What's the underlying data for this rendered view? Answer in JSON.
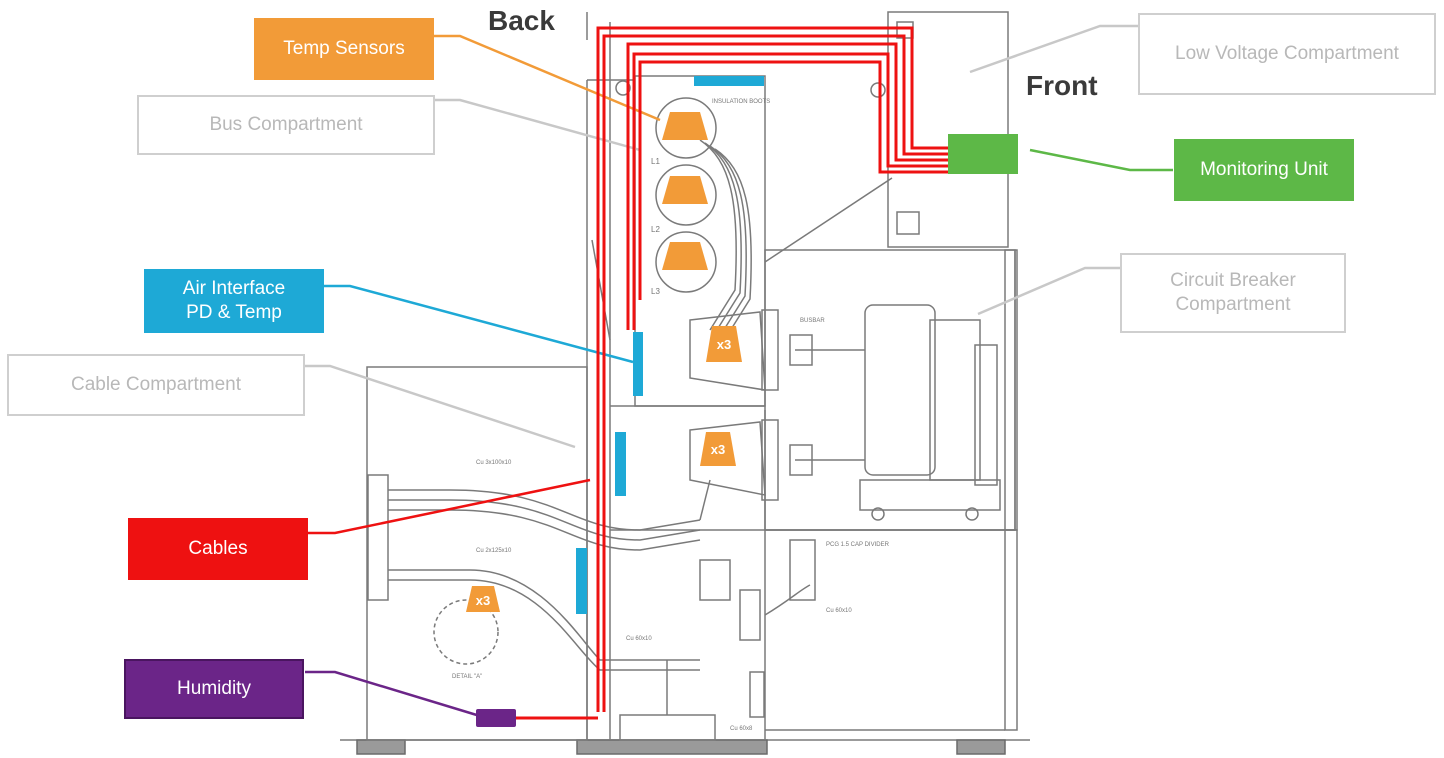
{
  "headings": {
    "back": "Back",
    "front": "Front"
  },
  "callouts": {
    "temp_sensors": {
      "text": "Temp Sensors",
      "color": "#f29b38"
    },
    "bus_compartment": {
      "text": "Bus Compartment"
    },
    "air_interface": {
      "text": "Air Interface\nPD & Temp",
      "color": "#1ea9d6"
    },
    "cable_compartment": {
      "text": "Cable Compartment"
    },
    "cables": {
      "text": "Cables",
      "color": "#ee1111"
    },
    "humidity": {
      "text": "Humidity",
      "color": "#6b2588"
    },
    "low_voltage_compartment": {
      "text": "Low Voltage Compartment"
    },
    "monitoring_unit": {
      "text": "Monitoring Unit",
      "color": "#5db847"
    },
    "circuit_breaker_compartment": {
      "text": "Circuit Breaker\nCompartment"
    }
  },
  "badges": {
    "x3_upper": "x3",
    "x3_middle": "x3",
    "x3_lower": "x3"
  },
  "drawing_notes": {
    "insulation": "INSULATION BOOTS",
    "l1": "L1",
    "l2": "L2",
    "l3": "L3",
    "busbar": "BUSBAR",
    "cable_size_1": "Cu 3x100x10",
    "cable_size_2": "Cu 2x125x10",
    "cable_size_3": "Cu 60x10",
    "cable_size_4": "Cu 60x10",
    "cable_size_5": "Cu 60x8",
    "detail": "DETAIL \"A\"",
    "cap_divider": "PCG 1.5 CAP DIVIDER"
  },
  "colors": {
    "line_drawing": "#7a7a7a",
    "cable_red": "#ee1111",
    "sensor_orange": "#f29b38",
    "pd_blue": "#1ea9d6",
    "monitor_green": "#5db847",
    "humidity_purple": "#6b2588"
  }
}
